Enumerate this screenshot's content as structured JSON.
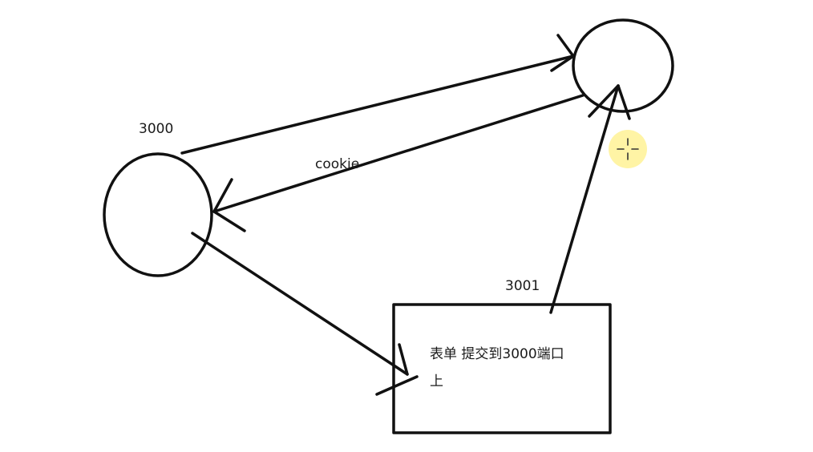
{
  "diagram": {
    "labels": {
      "server_a_port": "3000",
      "cookie": "cookie",
      "server_b_port": "3001"
    },
    "form_note": {
      "line1": "表单 提交到3000端口",
      "line2": "上"
    }
  },
  "colors": {
    "stroke": "#111111",
    "text": "#1a1a1a",
    "cursor_highlight": "#fff3a0"
  },
  "icons": [
    "cursor-crosshair-icon"
  ]
}
